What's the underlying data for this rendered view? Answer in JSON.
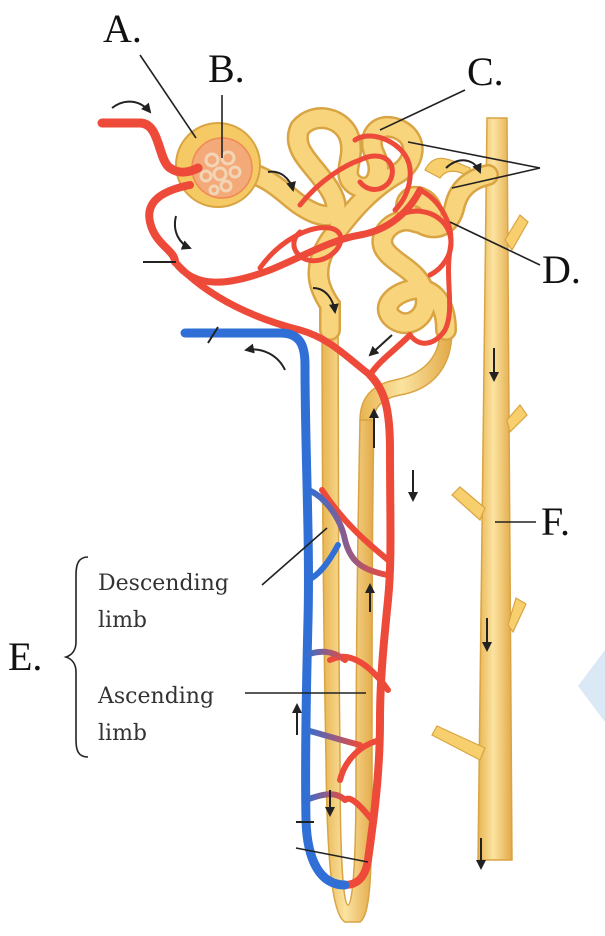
{
  "labels": {
    "a": "A.",
    "b": "B.",
    "c": "C.",
    "d": "D.",
    "e": "E.",
    "f": "F.",
    "descending_line1": "Descending",
    "descending_line2": "limb",
    "ascending_line1": "Ascending",
    "ascending_line2": "limb"
  },
  "colors": {
    "tubule_fill": "#f7cf6d",
    "tubule_edge": "#d9a443",
    "artery": "#ee4a3a",
    "vein": "#2f6fd6",
    "glomerulus": "#f4a978",
    "arrow": "#222222",
    "label_line": "#222222",
    "decor_diamond": "#dbe9f7"
  }
}
